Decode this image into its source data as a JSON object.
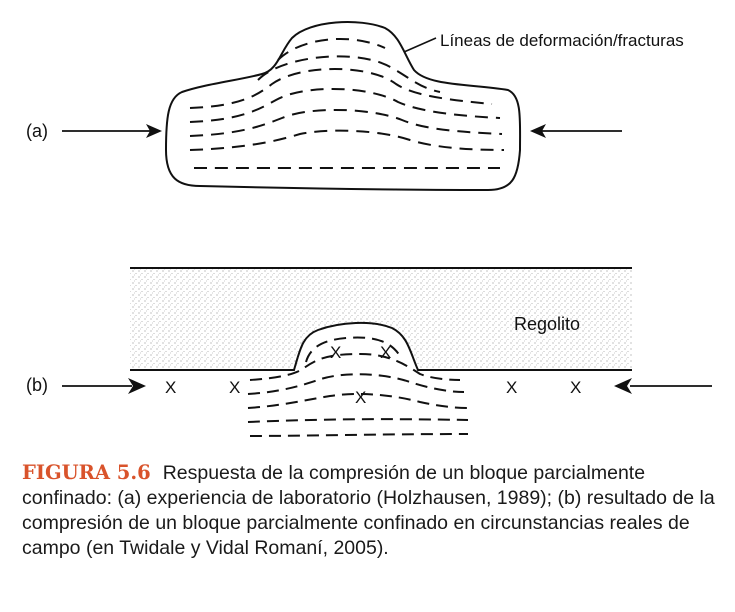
{
  "figure": {
    "panel_a": {
      "label": "(a)",
      "callout": "Líneas de deformación/fracturas"
    },
    "panel_b": {
      "label": "(b)",
      "regolith_label": "Regolito",
      "markers": [
        "X",
        "X",
        "X",
        "X",
        "X",
        "X",
        "X"
      ]
    },
    "colors": {
      "line": "#111111",
      "caption_title": "#d9532b",
      "regolith_dot": "#9a9a9a"
    }
  },
  "caption": {
    "title": "FIGURA 5.6",
    "text": "Respuesta de la compresión de un bloque parcialmente confinado: (a) experiencia de laboratorio (Holzhausen, 1989); (b) resultado de la compresión de un bloque parcialmente confinado en circunstancias reales de campo (en Twidale y Vidal Romaní, 2005)."
  }
}
